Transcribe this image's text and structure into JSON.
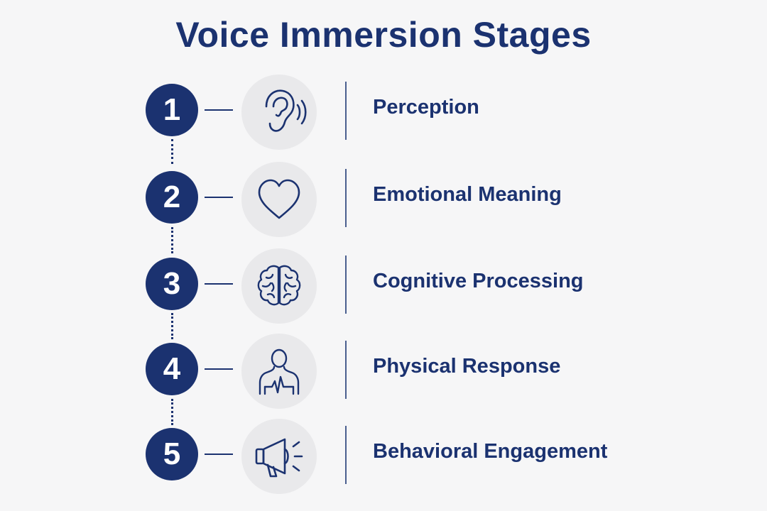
{
  "title": "Voice Immersion Stages",
  "colors": {
    "primary": "#1b3270",
    "icon_circle": "#e9e9eb",
    "background": "#f6f6f7"
  },
  "stages": [
    {
      "number": "1",
      "label": "Perception",
      "icon": "ear-icon"
    },
    {
      "number": "2",
      "label": "Emotional Meaning",
      "icon": "heart-icon"
    },
    {
      "number": "3",
      "label": "Cognitive Processing",
      "icon": "brain-icon"
    },
    {
      "number": "4",
      "label": "Physical Response",
      "icon": "person-heartbeat-icon"
    },
    {
      "number": "5",
      "label": "Behavioral Engagement",
      "icon": "megaphone-icon"
    }
  ]
}
